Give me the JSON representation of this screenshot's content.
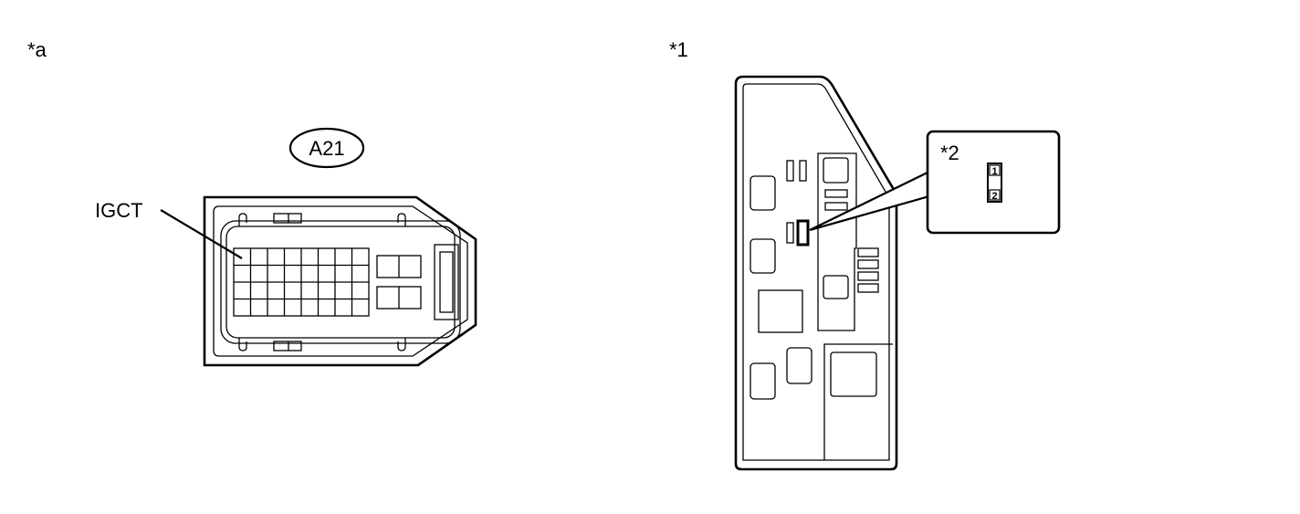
{
  "left_panel": {
    "marker": "*a",
    "connector_code": "A21",
    "terminal_label": "IGCT"
  },
  "right_panel": {
    "marker": "*1",
    "callout_marker": "*2",
    "pin_1": "1",
    "pin_2": "2"
  }
}
